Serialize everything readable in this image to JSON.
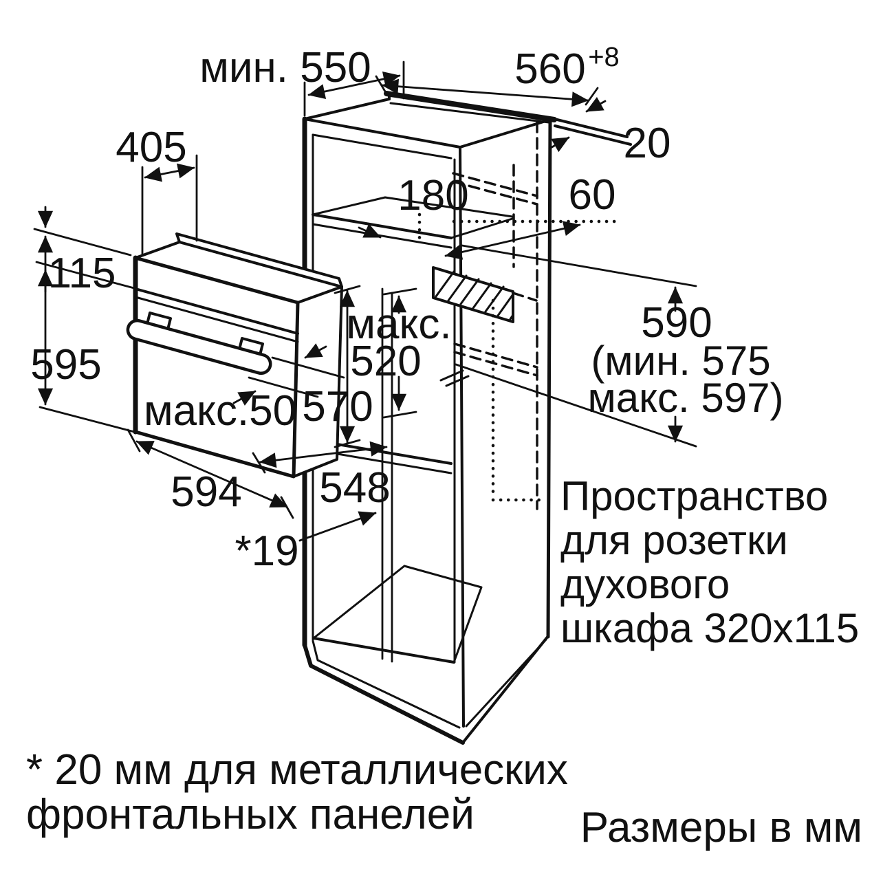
{
  "diagram": {
    "title_semantic": "built-in oven installation dimensions diagram",
    "colors": {
      "ink": "#111111",
      "background": "#ffffff"
    },
    "dims": {
      "min550": "мин. 550",
      "d560": "560",
      "d560_sup": "+8",
      "d20": "20",
      "d405": "405",
      "d180": "180",
      "d60": "60",
      "d115": "115",
      "d595": "595",
      "maks_word": "макс.",
      "d520": "520",
      "d570": "570",
      "d590": "590",
      "d590_min": "(мин. 575",
      "d590_max": "макс. 597)",
      "maks50": "макс.50",
      "d594": "594",
      "d548": "548",
      "d19": "*19"
    },
    "socket_note": {
      "line1": "Пространство",
      "line2": "для розетки",
      "line3": "духового",
      "line4": "шкафа 320x115"
    },
    "footnote": {
      "line1": "* 20 мм для металлических",
      "line2": "фронтальных панелей"
    },
    "units_label": "Размеры в мм"
  }
}
